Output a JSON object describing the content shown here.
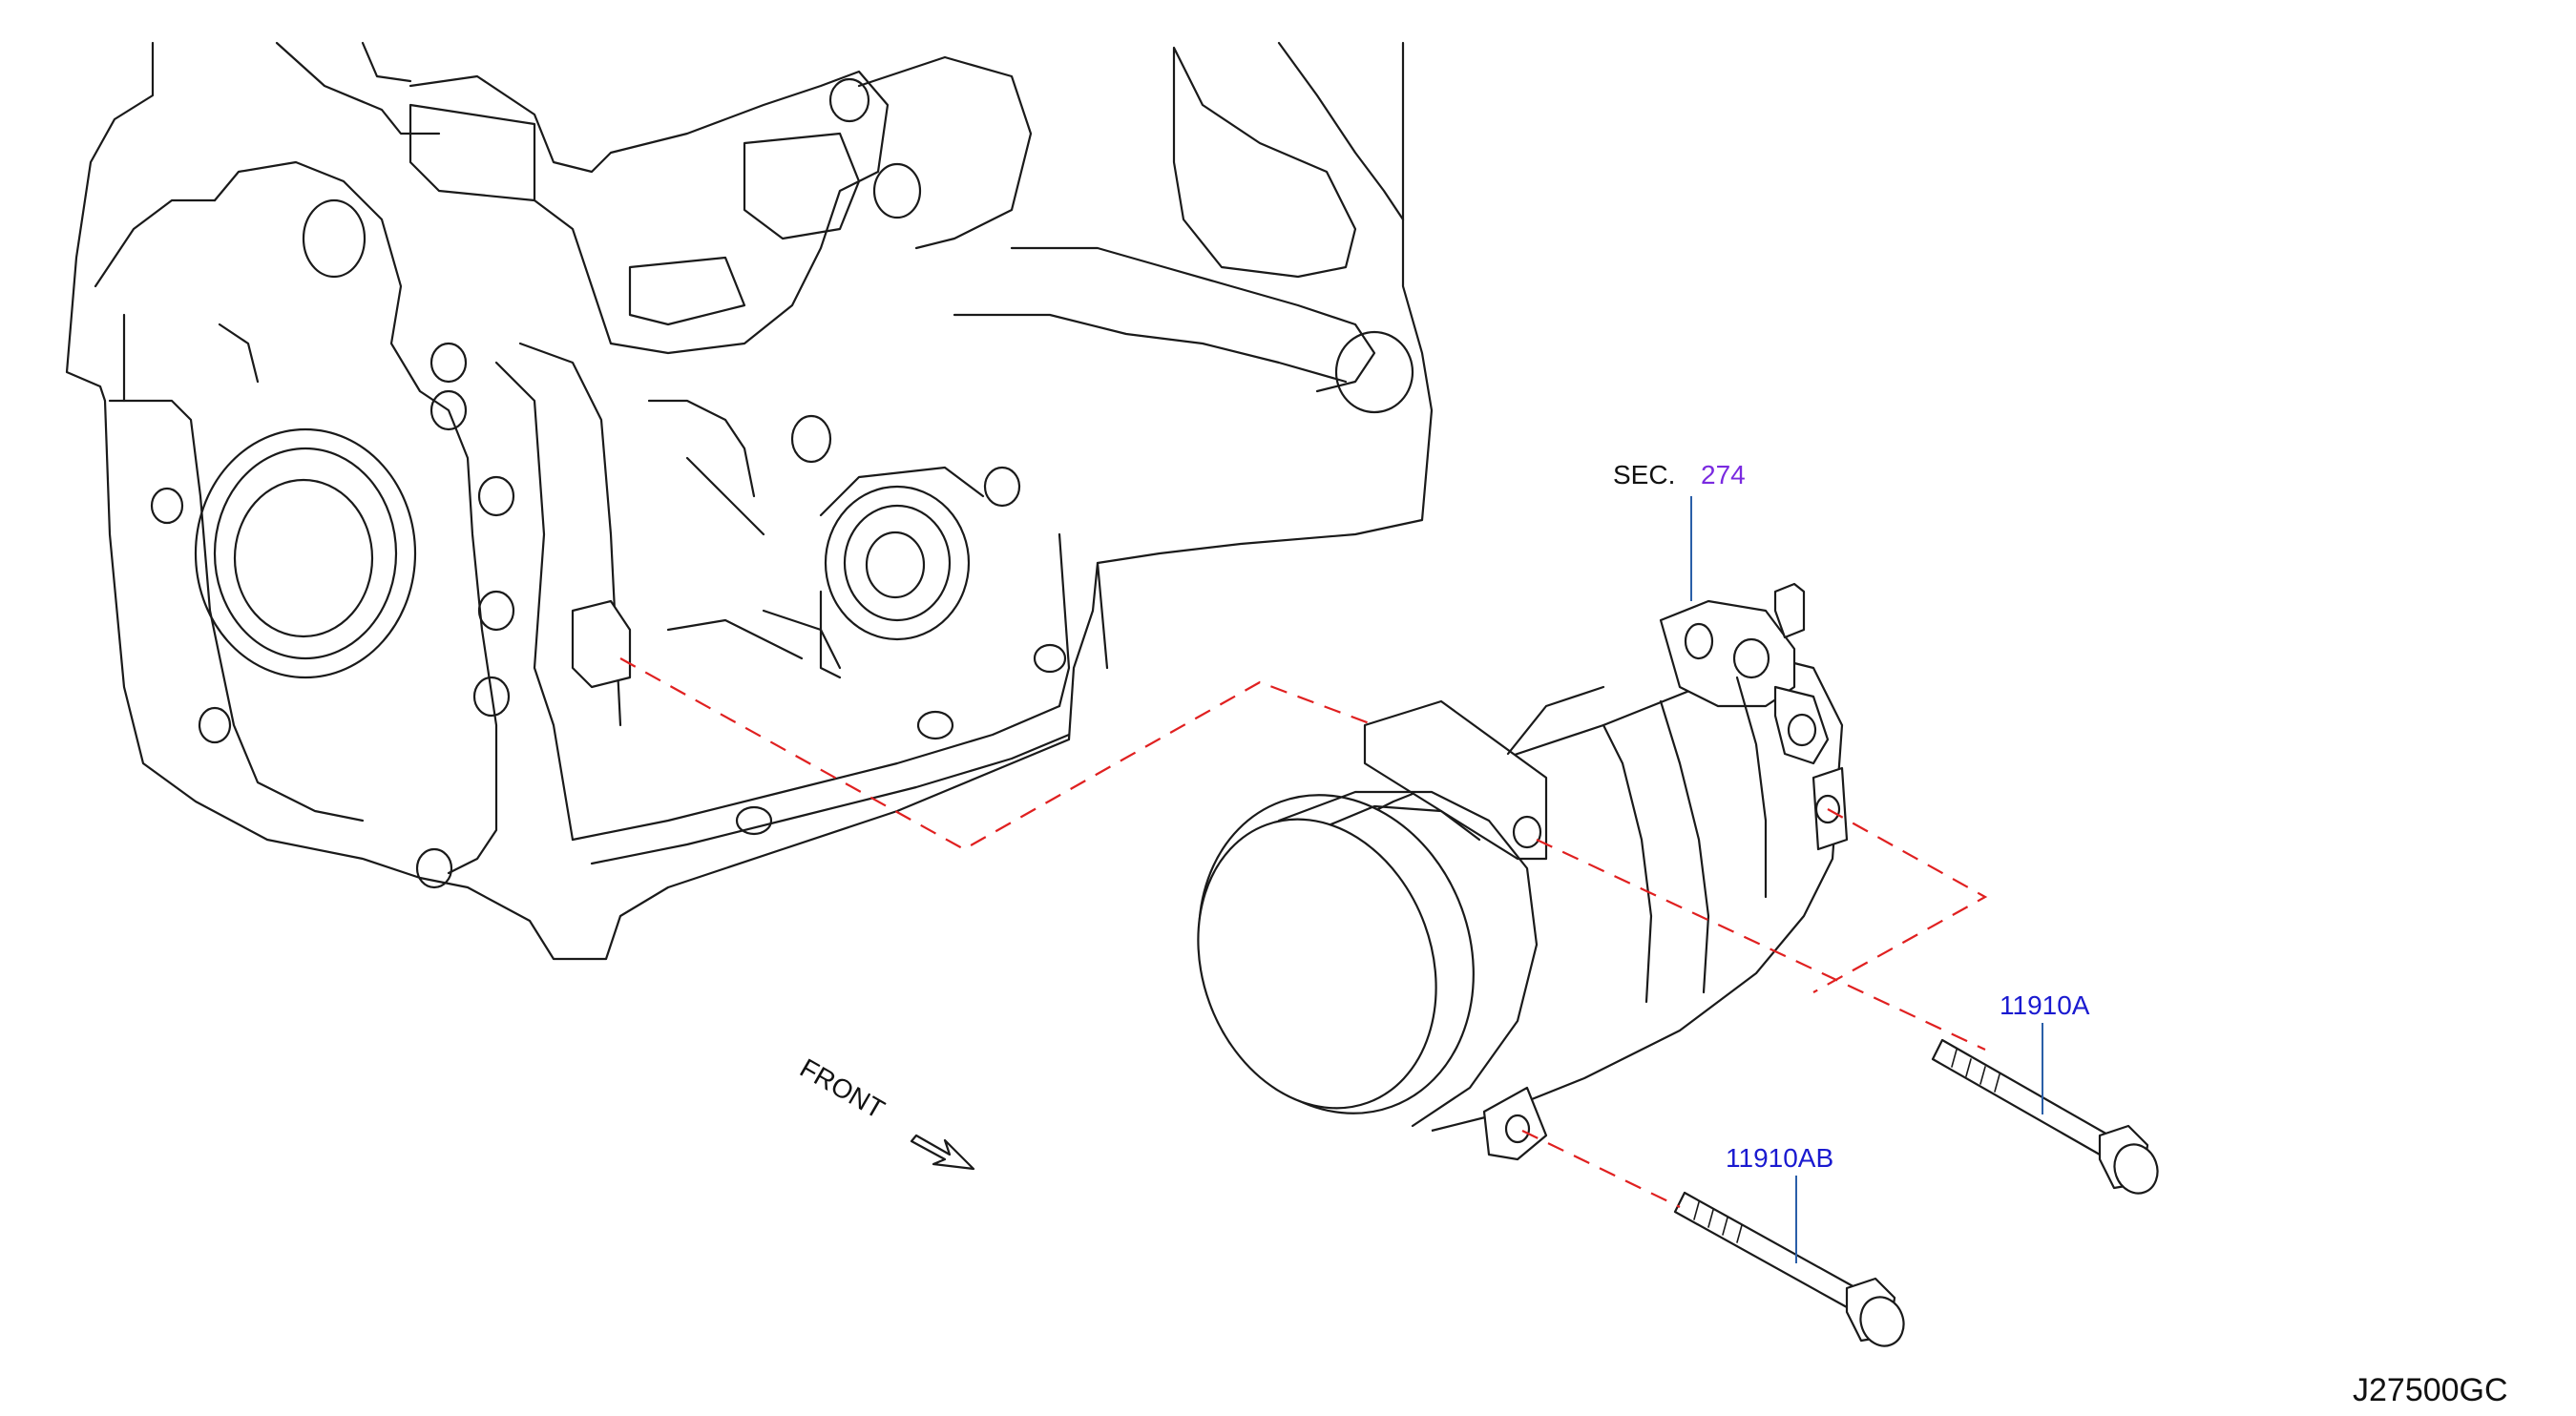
{
  "diagram": {
    "labels": {
      "sec_prefix": "SEC.",
      "sec_number": "274",
      "bolt_upper": "11910A",
      "bolt_lower": "11910AB",
      "front": "FRONT",
      "diagram_code": "J27500GC"
    },
    "colors": {
      "ink": "#1a1a1a",
      "dashed_guide": "#e02020",
      "leader": "#2a5fa8",
      "part_number": "#1a1ad0",
      "section_number": "#7a2ae0"
    }
  }
}
